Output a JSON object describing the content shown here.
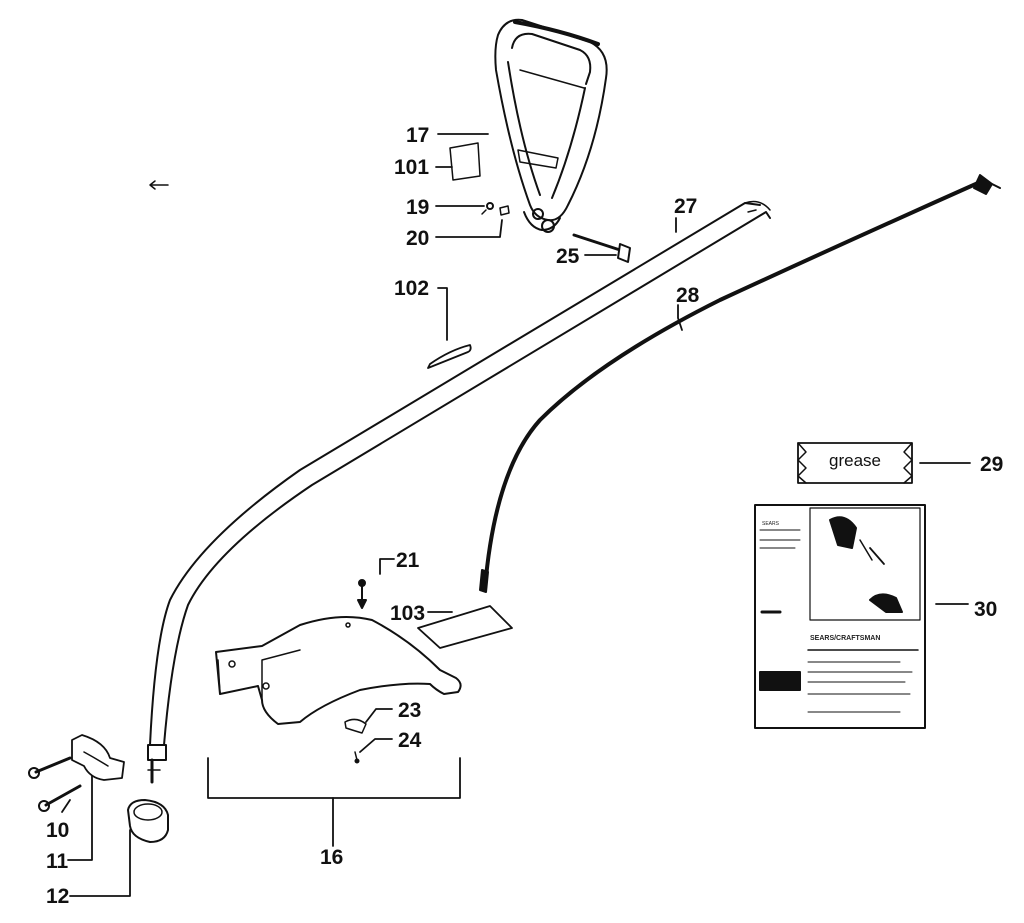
{
  "parts": {
    "p17": "17",
    "p101": "101",
    "p19": "19",
    "p20": "20",
    "p25": "25",
    "p27": "27",
    "p102": "102",
    "p28": "28",
    "p29": "29",
    "p21": "21",
    "p103": "103",
    "p30": "30",
    "p23": "23",
    "p24": "24",
    "p10": "10",
    "p11": "11",
    "p12": "12",
    "p16": "16"
  },
  "grease_packet": {
    "label": "grease"
  },
  "manual": {
    "header": "SEARS/CRAFTSMAN",
    "side_logo": "SEARS"
  }
}
